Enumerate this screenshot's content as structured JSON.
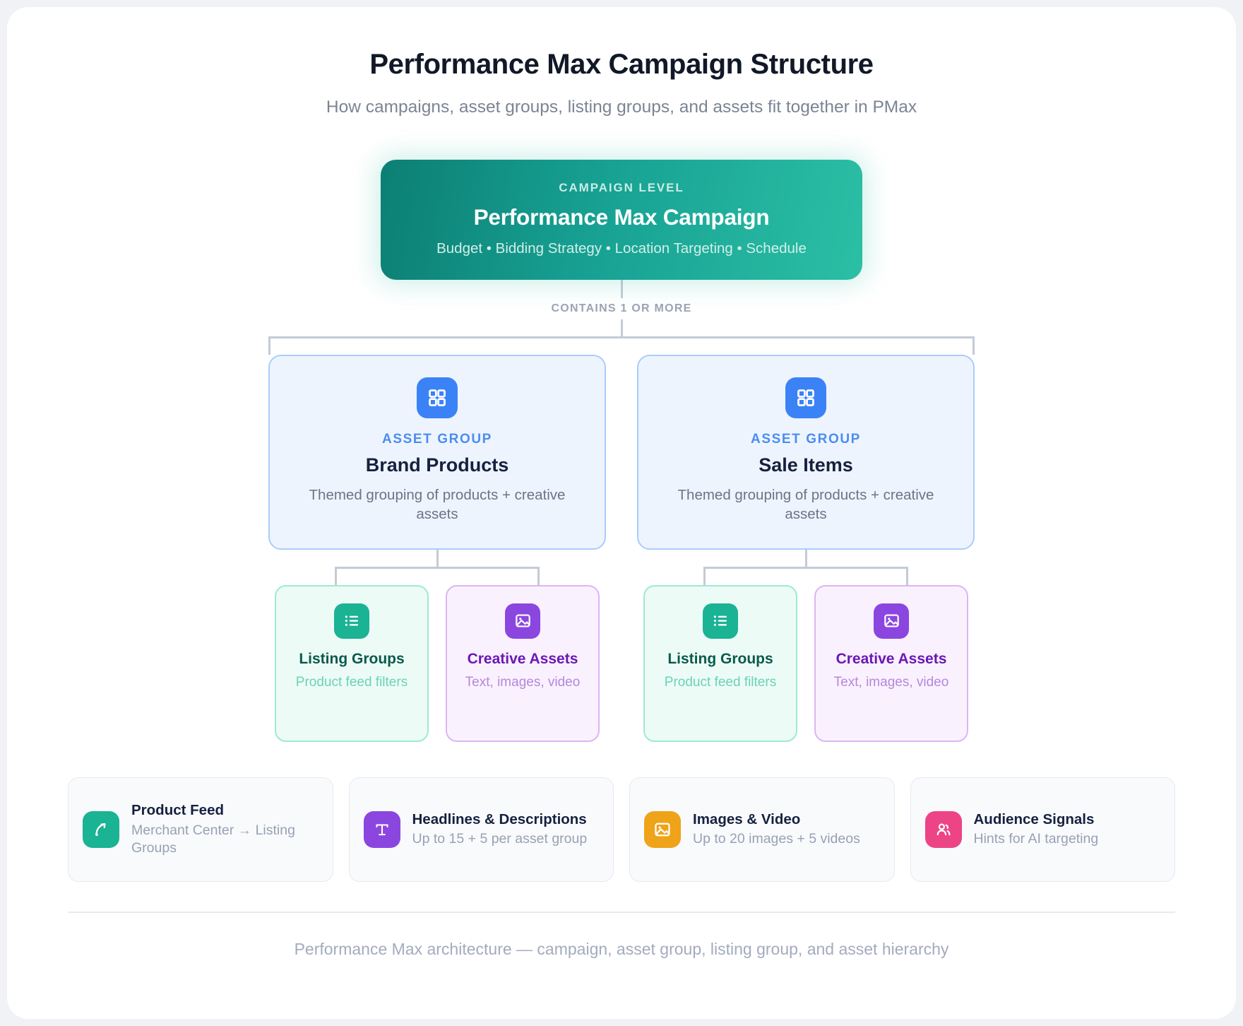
{
  "header": {
    "title": "Performance Max Campaign Structure",
    "subtitle": "How campaigns, asset groups, listing groups, and assets fit together in PMax"
  },
  "campaign": {
    "kicker": "CAMPAIGN LEVEL",
    "name": "Performance Max Campaign",
    "meta": "Budget • Bidding Strategy • Location Targeting • Schedule",
    "gradient_from": "#0c7f73",
    "gradient_to": "#2bbfa5",
    "icon": "campaign-node"
  },
  "connector": {
    "label": "CONTAINS 1 OR MORE",
    "color": "#c3cbd8"
  },
  "asset_groups": [
    {
      "kicker": "ASSET GROUP",
      "name": "Brand Products",
      "desc": "Themed grouping of products + creative assets",
      "icon": "grid-2x2-icon",
      "icon_color": "#3b82f6",
      "children": [
        {
          "title": "Listing Groups",
          "desc": "Product feed filters",
          "icon": "list-icon",
          "icon_color": "#1ab394",
          "kind": "listing"
        },
        {
          "title": "Creative Assets",
          "desc": "Text, images, video",
          "icon": "image-icon",
          "icon_color": "#8b46e0",
          "kind": "creative"
        }
      ]
    },
    {
      "kicker": "ASSET GROUP",
      "name": "Sale Items",
      "desc": "Themed grouping of products + creative assets",
      "icon": "grid-2x2-icon",
      "icon_color": "#3b82f6",
      "children": [
        {
          "title": "Listing Groups",
          "desc": "Product feed filters",
          "icon": "list-icon",
          "icon_color": "#1ab394",
          "kind": "listing"
        },
        {
          "title": "Creative Assets",
          "desc": "Text, images, video",
          "icon": "image-icon",
          "icon_color": "#8b46e0",
          "kind": "creative"
        }
      ]
    }
  ],
  "legend": [
    {
      "title": "Product Feed",
      "desc": "Merchant Center → Listing Groups",
      "icon": "feed-icon",
      "icon_color": "#1ab394"
    },
    {
      "title": "Headlines & Descriptions",
      "desc": "Up to 15 + 5 per asset group",
      "icon": "text-t-icon",
      "icon_color": "#8b46e0"
    },
    {
      "title": "Images & Video",
      "desc": "Up to 20 images + 5 videos",
      "icon": "image-icon",
      "icon_color": "#efa318"
    },
    {
      "title": "Audience Signals",
      "desc": "Hints for AI targeting",
      "icon": "users-icon",
      "icon_color": "#ec4487"
    }
  ],
  "footer": {
    "caption": "Performance Max architecture — campaign, asset group, listing group, and asset hierarchy"
  }
}
